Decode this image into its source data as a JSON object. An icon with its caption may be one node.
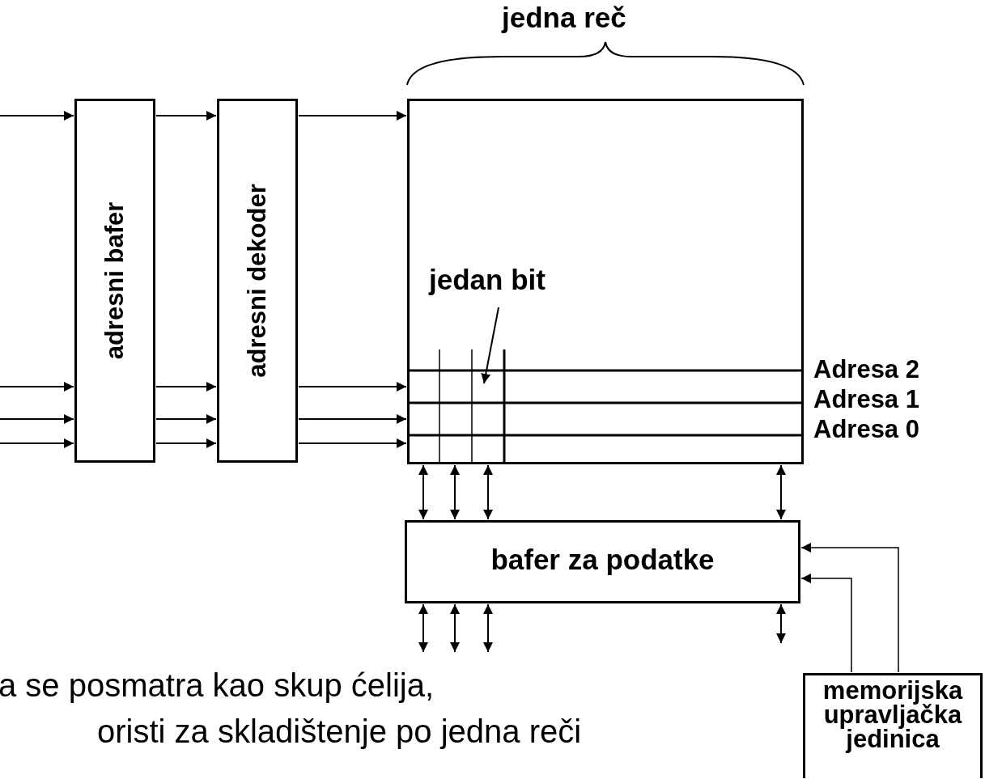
{
  "diagram": {
    "nodes": [
      {
        "text": [
          "adresni bafer"
        ]
      },
      {
        "text": [
          "adresni dekoder"
        ]
      },
      {
        "text": [],
        "shape": "box",
        "beside": [
          "Adresa 2",
          "Adresa 1",
          "Adresa 0"
        ]
      },
      {
        "text": [
          "bafer za podatke"
        ]
      },
      {
        "text": [
          "memorijska upravljačka jedinica"
        ]
      },
      {
        "text": [
          "jedan bit"
        ],
        "in": 2
      }
    ],
    "edges": [
      {
        "from": null,
        "to": 0,
        "arrow": "to"
      },
      {
        "from": null,
        "to": 0,
        "arrow": "to"
      },
      {
        "from": null,
        "to": 0,
        "arrow": "to"
      },
      {
        "from": null,
        "to": 0,
        "arrow": "to"
      },
      {
        "from": 0,
        "to": 1,
        "arrow": "to"
      },
      {
        "from": 0,
        "to": 1,
        "arrow": "to"
      },
      {
        "from": 0,
        "to": 1,
        "arrow": "to"
      },
      {
        "from": 0,
        "to": 1,
        "arrow": "to"
      },
      {
        "from": 1,
        "to": 2,
        "arrow": "to"
      },
      {
        "from": 1,
        "to": 2,
        "arrow": "to"
      },
      {
        "from": 1,
        "to": 2,
        "arrow": "to"
      },
      {
        "from": 1,
        "to": 2,
        "arrow": "to"
      },
      {
        "from": 2,
        "to": 3,
        "arrow": "both"
      },
      {
        "from": 2,
        "to": 3,
        "arrow": "both"
      },
      {
        "from": 2,
        "to": 3,
        "arrow": "both"
      },
      {
        "from": 2,
        "to": 3,
        "arrow": "both"
      },
      {
        "from": 3,
        "to": null,
        "arrow": "both"
      },
      {
        "from": 3,
        "to": null,
        "arrow": "both"
      },
      {
        "from": 3,
        "to": null,
        "arrow": "both"
      },
      {
        "from": 3,
        "to": null,
        "arrow": "both"
      },
      {
        "from": 4,
        "to": 3,
        "arrow": "to"
      },
      {
        "from": 4,
        "to": 3,
        "arrow": "to"
      },
      {
        "from": 5,
        "to": null,
        "arrow": "to"
      }
    ],
    "labels": [
      "jedna reč",
      "a se posmatra kao skup ćelija,",
      "oristi za skladištenje po jedna reči"
    ]
  }
}
